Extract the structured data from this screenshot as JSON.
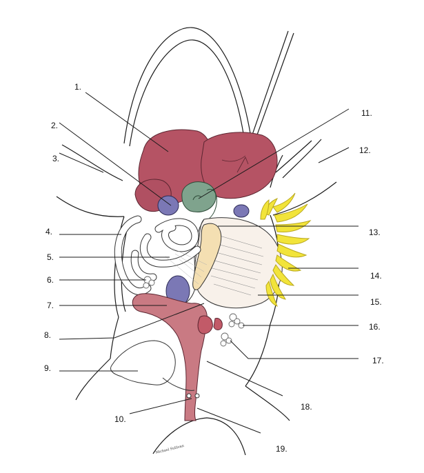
{
  "labels": [
    "1.",
    "2.",
    "3.",
    "4.",
    "5.",
    "6.",
    "7.",
    "8.",
    "9.",
    "10.",
    "11.",
    "12.",
    "13.",
    "14.",
    "15.",
    "16.",
    "17.",
    "18.",
    "19."
  ],
  "signature": "Michael Sullivan",
  "colors": {
    "liver": "#b55364",
    "heart": "#7fa38d",
    "lung": "#7b78b5",
    "intestine": "#ffffff",
    "stomach": "#f8f1ea",
    "pancreas": "#f4dfb2",
    "fat_bodies": "#f2e43a",
    "cloaca": "#c97a83",
    "bladder": "#ffffff"
  }
}
